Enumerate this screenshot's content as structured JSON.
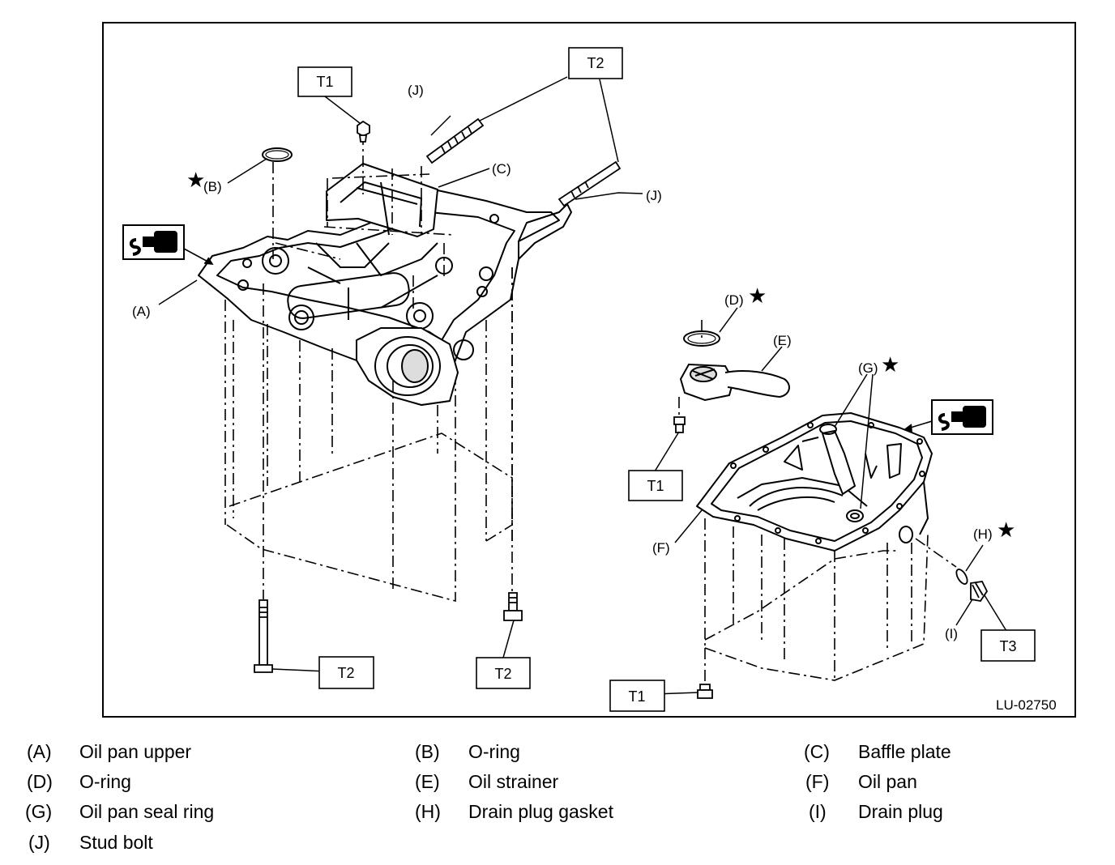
{
  "figure_id": "LU-02750",
  "torque_boxes": {
    "t1_top": "T1",
    "t2_top": "T2",
    "t2_bottom_left": "T2",
    "t2_bottom_right": "T2",
    "t1_strainer": "T1",
    "t1_bottom": "T1",
    "t3": "T3"
  },
  "callouts": {
    "a": "(A)",
    "b": "(B)",
    "c": "(C)",
    "d": "(D)",
    "e": "(E)",
    "f": "(F)",
    "g": "(G)",
    "h": "(H)",
    "i": "(I)",
    "j_top": "(J)",
    "j_right": "(J)"
  },
  "star_symbol": "★",
  "icons": [
    "sealant-tube-icon",
    "sealant-tube-icon"
  ],
  "legend": [
    {
      "code": "(A)",
      "label": "Oil pan upper"
    },
    {
      "code": "(B)",
      "label": "O-ring"
    },
    {
      "code": "(C)",
      "label": "Baffle plate"
    },
    {
      "code": "(D)",
      "label": "O-ring"
    },
    {
      "code": "(E)",
      "label": "Oil strainer"
    },
    {
      "code": "(F)",
      "label": "Oil pan"
    },
    {
      "code": "(G)",
      "label": "Oil pan seal ring"
    },
    {
      "code": "(H)",
      "label": "Drain plug gasket"
    },
    {
      "code": "(I)",
      "label": "Drain plug"
    },
    {
      "code": "(J)",
      "label": "Stud bolt"
    }
  ]
}
